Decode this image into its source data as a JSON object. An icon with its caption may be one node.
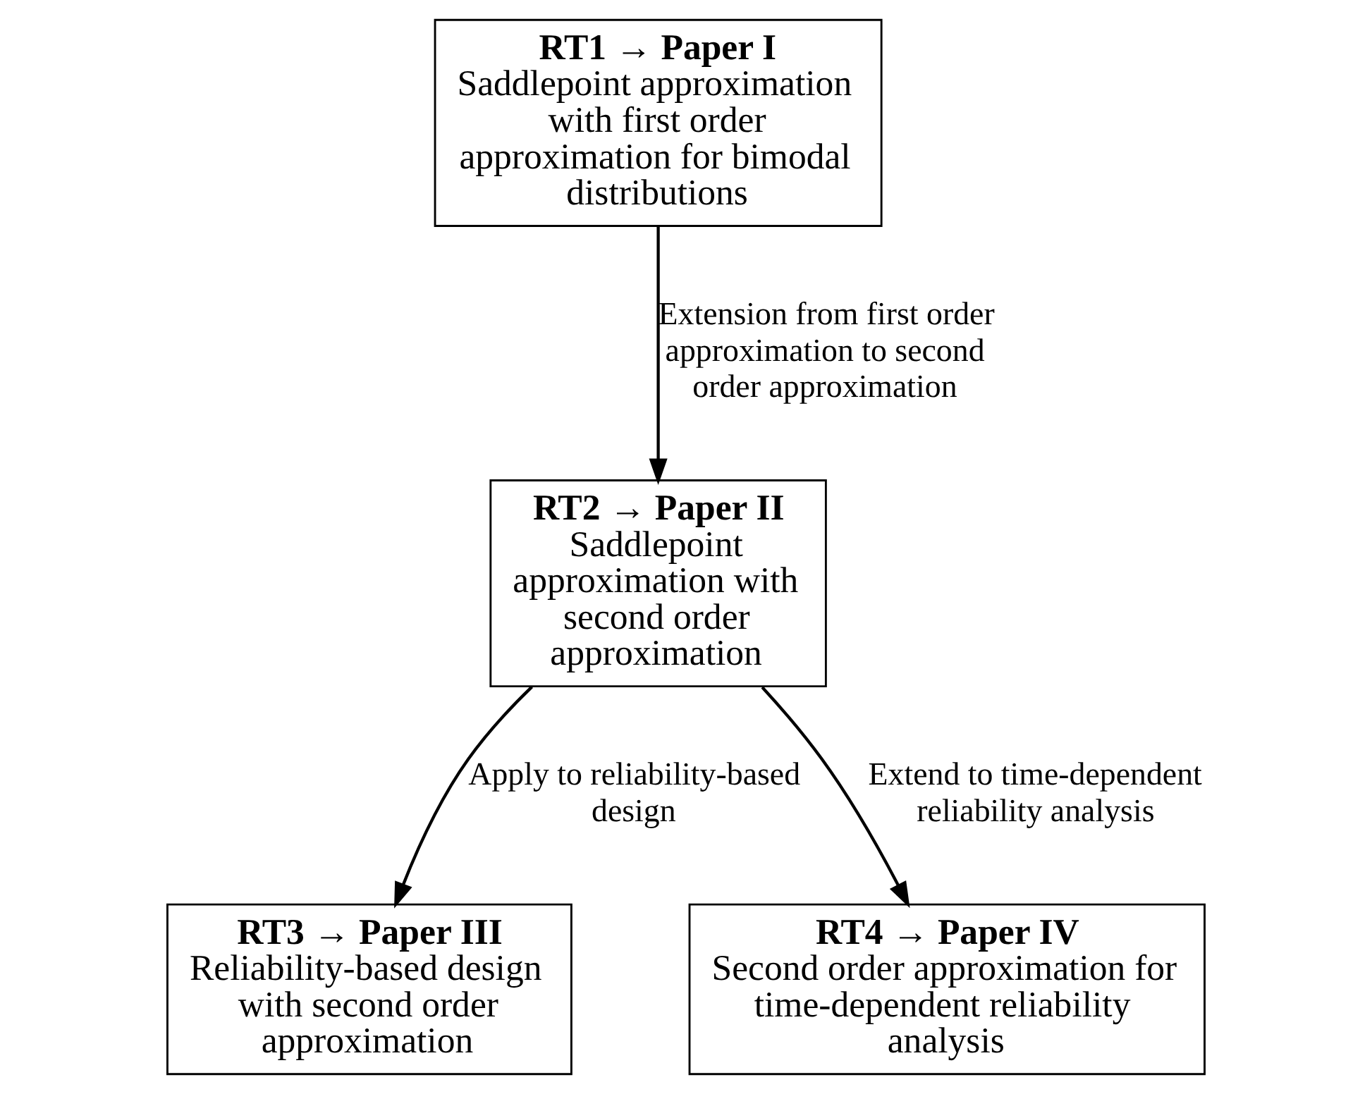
{
  "diagram": {
    "nodes": [
      {
        "text": [
          "RT1 → Paper I",
          "Saddlepoint approximation with first order approximation for bimodal distributions"
        ]
      },
      {
        "text": [
          "RT2 → Paper II",
          "Saddlepoint approximation with second order approximation"
        ]
      },
      {
        "text": [
          "RT3 → Paper III",
          "Reliability-based design with second order approximation"
        ]
      },
      {
        "text": [
          "RT4 → Paper IV",
          "Second order approximation for time-dependent reliability analysis"
        ]
      }
    ],
    "edges": [
      {
        "from": 0,
        "to": 1,
        "arrow": "to",
        "label": "Extension from first order approximation to second order approximation"
      },
      {
        "from": 1,
        "to": 2,
        "arrow": "to",
        "label": "Apply to reliability-based design"
      },
      {
        "from": 1,
        "to": 3,
        "arrow": "to",
        "label": "Extend to time-dependent reliability analysis"
      }
    ]
  }
}
